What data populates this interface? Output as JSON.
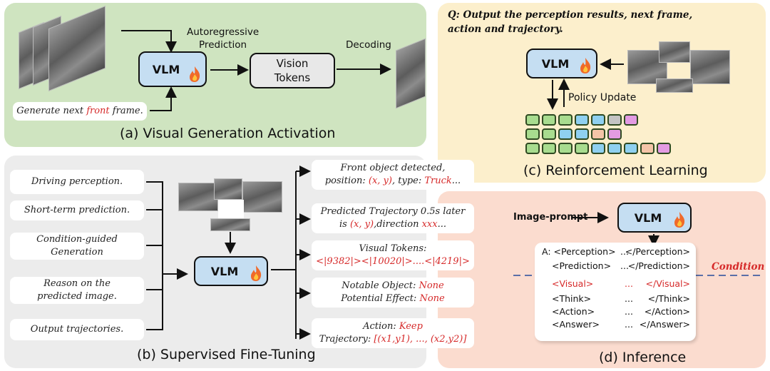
{
  "panels": {
    "a": {
      "caption": "(a) Visual Generation Activation",
      "vlm_label": "VLM",
      "autoregressive_label": "Autoregressive\nPrediction",
      "vision_tokens_label": "Vision\nTokens",
      "decoding_label": "Decoding",
      "prompt_prefix": "Generate next ",
      "prompt_highlight": "front",
      "prompt_suffix": " frame."
    },
    "b": {
      "caption": "(b) Supervised Fine-Tuning",
      "vlm_label": "VLM",
      "tasks": [
        "Driving perception.",
        "Short-term prediction.",
        "Condition-guided\nGeneration",
        "Reason on the\npredicted image.",
        "Output trajectories."
      ],
      "outputs": [
        {
          "l1": [
            "Front object detected,"
          ],
          "l2": [
            [
              "position: ",
              false
            ],
            [
              "(x, y)",
              true
            ],
            [
              ", type: ",
              false
            ],
            [
              "Truck",
              true
            ],
            [
              "...",
              false
            ]
          ]
        },
        {
          "l1": [
            "Predicted Trajectory 0.5s later"
          ],
          "l2": [
            [
              "is ",
              false
            ],
            [
              "(x, y)",
              true
            ],
            [
              ",direction ",
              false
            ],
            [
              "xxx",
              true
            ],
            [
              "...",
              false
            ]
          ]
        },
        {
          "l1": [
            "Visual Tokens:"
          ],
          "l2": [
            [
              "<|9382|><|10020|>....<|4219|>",
              true
            ]
          ]
        },
        {
          "l1": [
            [
              "Notable Object: ",
              false
            ],
            [
              "None",
              true
            ]
          ],
          "l2": [
            [
              "Potential Effect: ",
              false
            ],
            [
              "None",
              true
            ]
          ]
        },
        {
          "l1": [
            [
              "Action: ",
              false
            ],
            [
              "Keep",
              true
            ]
          ],
          "l2": [
            [
              "Trajectory: ",
              false
            ],
            [
              "[(x1,y1), ..., (x2,y2)]",
              true
            ]
          ]
        }
      ]
    },
    "c": {
      "caption": "(c) Reinforcement Learning",
      "question": "Q: Output the perception results, next frame,\naction and trajectory.",
      "vlm_label": "VLM",
      "policy_label": "Policy Update",
      "token_rows": [
        [
          "green",
          "green",
          "green",
          "blue",
          "blue",
          "gray",
          "pink"
        ],
        [
          "green",
          "green",
          "blue",
          "blue",
          "peach",
          "pink"
        ],
        [
          "green",
          "green",
          "green",
          "green",
          "blue",
          "blue",
          "blue",
          "peach",
          "pink"
        ]
      ],
      "token_colors": {
        "green": "#a8dc8f",
        "blue": "#8fd0f0",
        "gray": "#c4c4c4",
        "pink": "#e39be3",
        "peach": "#f4c4a8"
      }
    },
    "d": {
      "caption": "(d) Inference",
      "image_prompt_label": "Image-prompt",
      "vlm_label": "VLM",
      "condition_label": "Condition",
      "answer_rows": [
        {
          "open": "A: <Perception>",
          "dots": "...",
          "close": "</Perception>",
          "red": false
        },
        {
          "open": "<Prediction>",
          "dots": "...",
          "close": "</Prediction>",
          "red": false
        },
        {
          "open": "<Visual>",
          "dots": "...",
          "close": "</Visual>",
          "red": true
        },
        {
          "open": "<Think>",
          "dots": "...",
          "close": "</Think>",
          "red": false
        },
        {
          "open": "<Action>",
          "dots": "...",
          "close": "</Action>",
          "red": false
        },
        {
          "open": "<Answer>",
          "dots": "...",
          "close": "</Answer>",
          "red": false
        }
      ]
    }
  },
  "colors": {
    "accent_red": "#d62a2a",
    "vlm_fill": "#c5def2",
    "panel_a": "#cfe4c0",
    "panel_b": "#ececec",
    "panel_c": "#fcefcc",
    "panel_d": "#fbdccf"
  }
}
